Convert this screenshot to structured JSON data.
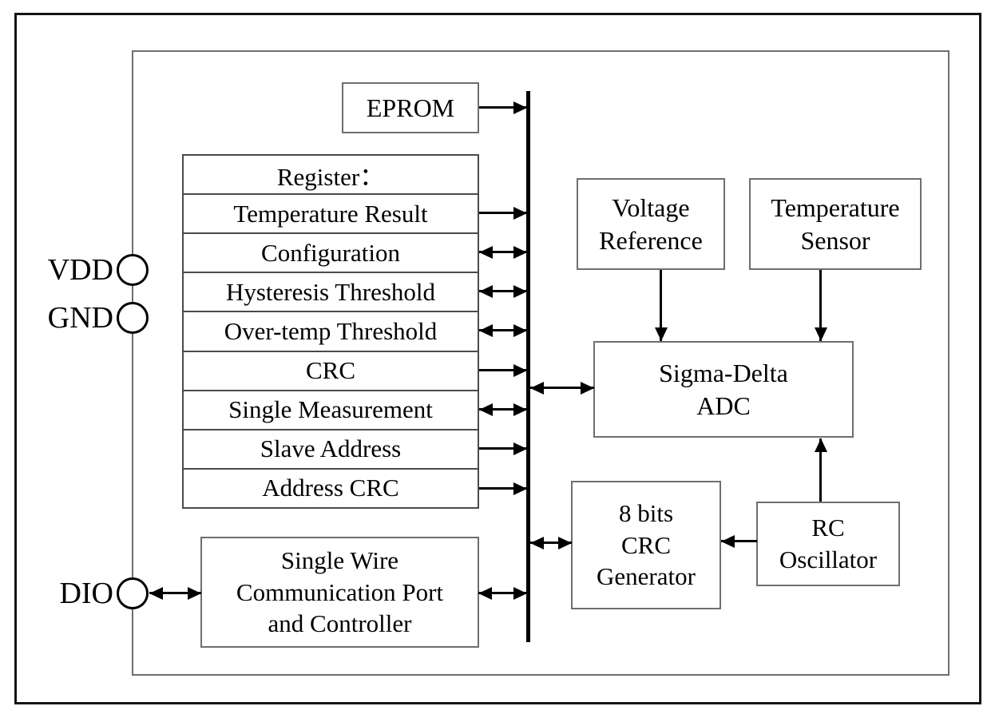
{
  "diagram": {
    "pins": [
      {
        "label": "VDD"
      },
      {
        "label": "GND"
      },
      {
        "label": "DIO"
      }
    ],
    "blocks": {
      "eprom": {
        "label": "EPROM"
      },
      "register": {
        "header": "Register：",
        "rows": [
          "Temperature Result",
          "Configuration",
          "Hysteresis Threshold",
          "Over-temp Threshold",
          "CRC",
          "Single Measurement",
          "Slave Address",
          "Address CRC"
        ]
      },
      "voltage_reference": {
        "lines": [
          "Voltage",
          "Reference"
        ]
      },
      "temperature_sensor": {
        "lines": [
          "Temperature",
          "Sensor"
        ]
      },
      "sigma_delta_adc": {
        "lines": [
          "Sigma-Delta",
          "ADC"
        ]
      },
      "crc_generator": {
        "lines": [
          "8 bits",
          "CRC",
          "Generator"
        ]
      },
      "rc_oscillator": {
        "lines": [
          "RC",
          "Oscillator"
        ]
      },
      "single_wire": {
        "lines": [
          "Single Wire",
          "Communication Port",
          "and Controller"
        ]
      }
    },
    "colors": {
      "line": "#000000",
      "box_border": "#6e6e6e",
      "table_border": "#4a4a4a",
      "outer_border": "#141414",
      "background": "#ffffff"
    },
    "connections": [
      {
        "from": "EPROM",
        "to": "internal bus",
        "type": "single"
      },
      {
        "from": "Temperature Result",
        "to": "internal bus",
        "type": "single"
      },
      {
        "from": "Configuration",
        "to": "internal bus",
        "type": "bidirectional"
      },
      {
        "from": "Hysteresis Threshold",
        "to": "internal bus",
        "type": "bidirectional"
      },
      {
        "from": "Over-temp Threshold",
        "to": "internal bus",
        "type": "bidirectional"
      },
      {
        "from": "CRC",
        "to": "internal bus",
        "type": "single"
      },
      {
        "from": "Single Measurement",
        "to": "internal bus",
        "type": "bidirectional"
      },
      {
        "from": "Slave Address",
        "to": "internal bus",
        "type": "single"
      },
      {
        "from": "Address CRC",
        "to": "internal bus",
        "type": "single"
      },
      {
        "from": "internal bus",
        "to": "Sigma-Delta ADC",
        "type": "bidirectional"
      },
      {
        "from": "internal bus",
        "to": "8 bits CRC Generator",
        "type": "bidirectional"
      },
      {
        "from": "Voltage Reference",
        "to": "Sigma-Delta ADC",
        "type": "single"
      },
      {
        "from": "Temperature Sensor",
        "to": "Sigma-Delta ADC",
        "type": "single"
      },
      {
        "from": "RC Oscillator",
        "to": "Sigma-Delta ADC",
        "type": "single"
      },
      {
        "from": "RC Oscillator",
        "to": "8 bits CRC Generator",
        "type": "single"
      },
      {
        "from": "Single Wire Communication Port and Controller",
        "to": "internal bus",
        "type": "bidirectional"
      },
      {
        "from": "DIO",
        "to": "Single Wire Communication Port and Controller",
        "type": "bidirectional"
      }
    ]
  }
}
